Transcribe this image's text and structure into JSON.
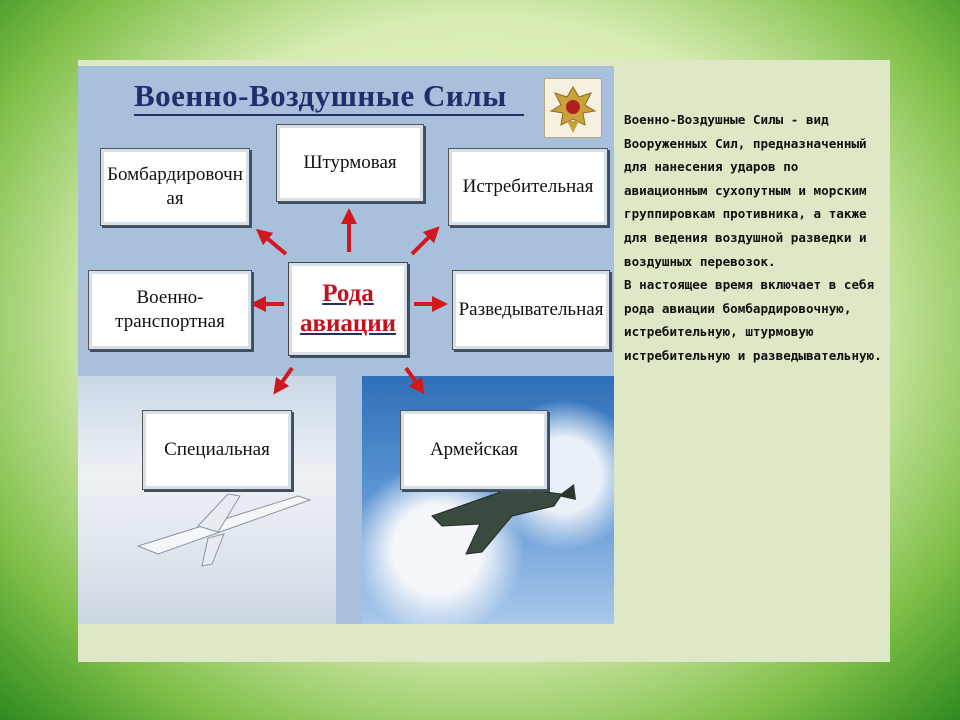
{
  "diagram": {
    "title": "Военно-Воздушные Силы",
    "center_line1": "Рода",
    "center_line2": "авиации",
    "branches": {
      "bomber": [
        "Бомбардировочн",
        "ая"
      ],
      "assault": "Штурмовая",
      "fighter": "Истребительная",
      "transport": [
        "Военно-",
        "транспортная"
      ],
      "recon": "Разведывательная",
      "special": "Специальная",
      "army": "Армейская"
    }
  },
  "description": {
    "paragraph1": "Военно-Воздушные Силы - вид Вооруженных Сил, предназначенный для нанесения ударов по авиационным сухопутным и морским группировкам противника, а также для ведения воздушной разведки и воздушных перевозок.",
    "paragraph2": "В настоящее время включает в себя рода авиации бомбардировочную, истребительную, штурмовую истребительную и разведывательную."
  },
  "colors": {
    "frame_green": "#2f8a1e",
    "panel_blue": "#a8c0dc",
    "arrow_red": "#d0191e",
    "title_navy": "#1f2f6b"
  }
}
